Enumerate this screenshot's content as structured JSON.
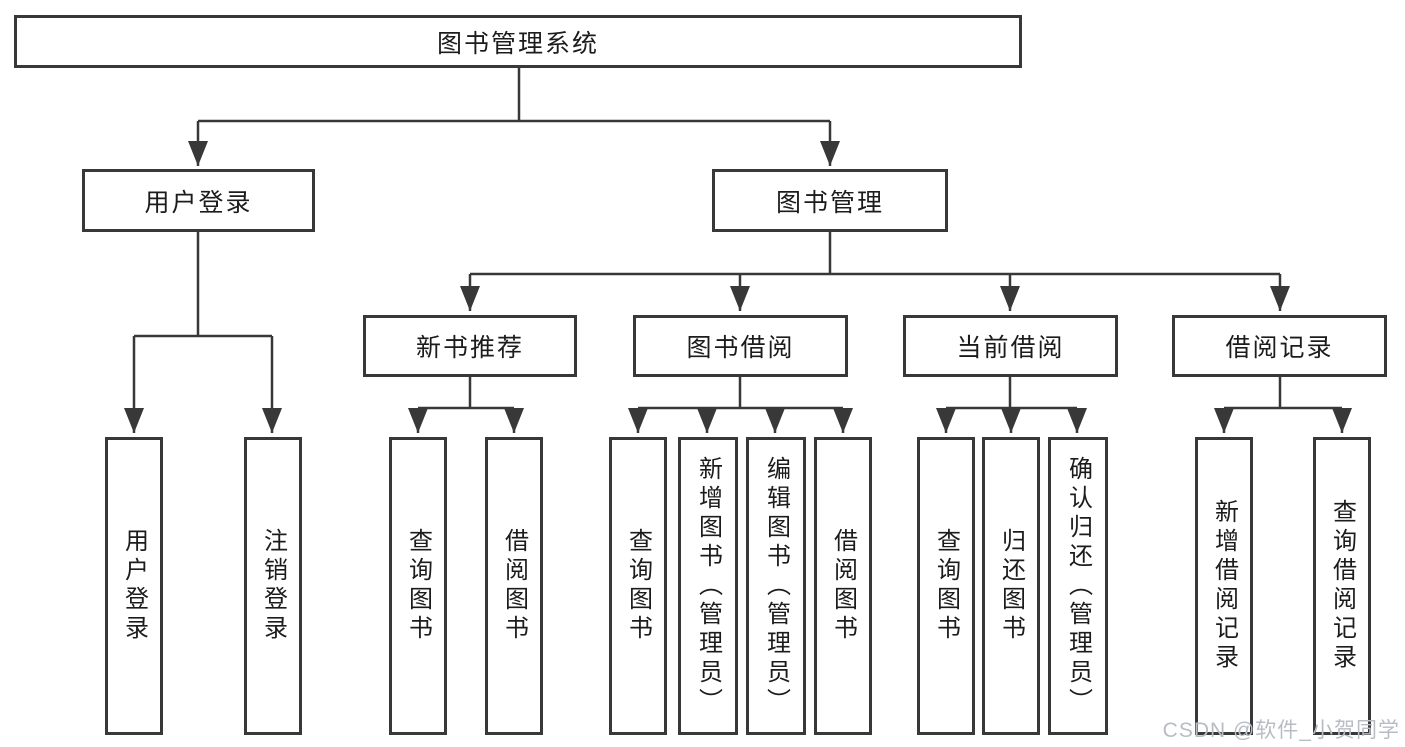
{
  "diagram": {
    "title": "图书管理系统",
    "root": {
      "label": "图书管理系统"
    },
    "l2": [
      {
        "label": "用户登录"
      },
      {
        "label": "图书管理"
      }
    ],
    "l3": [
      {
        "label": "新书推荐"
      },
      {
        "label": "图书借阅"
      },
      {
        "label": "当前借阅"
      },
      {
        "label": "借阅记录"
      }
    ],
    "leaves": {
      "userLogin": [
        {
          "label": "用户登录"
        },
        {
          "label": "注销登录"
        }
      ],
      "newBooks": [
        {
          "label": "查询图书"
        },
        {
          "label": "借阅图书"
        }
      ],
      "bookBorrow": [
        {
          "label": "查询图书"
        },
        {
          "label": "新增图书（管理员）"
        },
        {
          "label": "编辑图书（管理员）"
        },
        {
          "label": "借阅图书"
        }
      ],
      "currentBorrow": [
        {
          "label": "查询图书"
        },
        {
          "label": "归还图书"
        },
        {
          "label": "确认归还（管理员）"
        }
      ],
      "borrowRecords": [
        {
          "label": "新增借阅记录"
        },
        {
          "label": "查询借阅记录"
        }
      ]
    }
  },
  "watermark": {
    "text": "CSDN @软件_小贺同学"
  },
  "colors": {
    "line": "#383838",
    "border": "#383838",
    "text": "#1c1c1c",
    "background": "#ffffff",
    "watermark": "#b8bcc3"
  }
}
